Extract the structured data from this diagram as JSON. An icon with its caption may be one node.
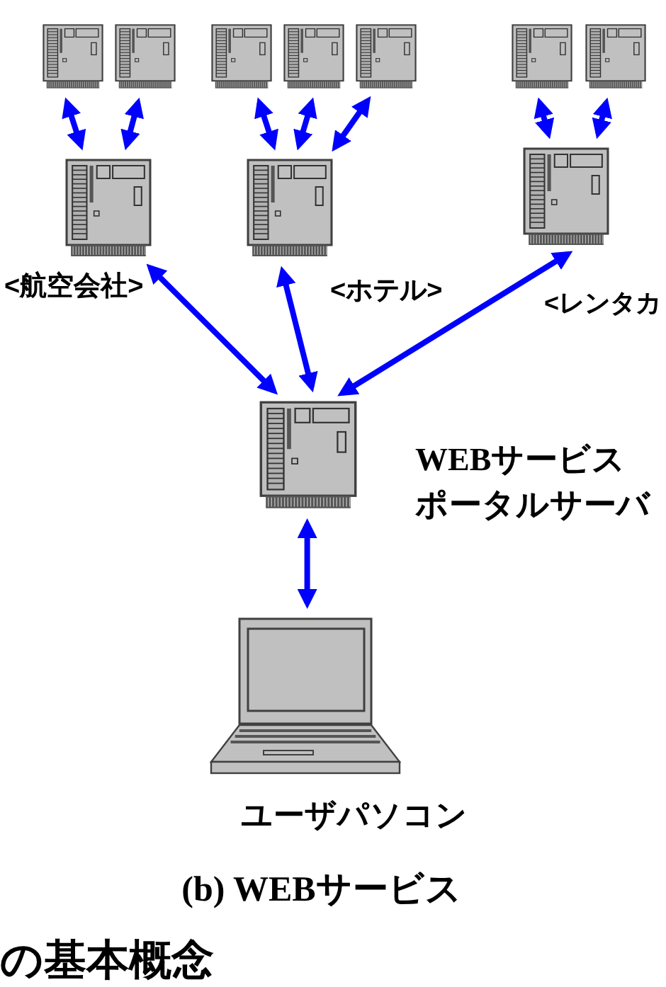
{
  "diagram": {
    "caption": "(b) WEBサービス",
    "nodes": [
      {
        "text": [],
        "shape": "picture"
      },
      {
        "text": [],
        "shape": "picture"
      },
      {
        "text": [],
        "shape": "picture"
      },
      {
        "text": [],
        "shape": "picture"
      },
      {
        "text": [],
        "shape": "picture"
      },
      {
        "text": [],
        "shape": "picture"
      },
      {
        "text": [],
        "shape": "picture"
      },
      {
        "text": [],
        "shape": "picture",
        "beside": [
          "<航空会社>"
        ]
      },
      {
        "text": [],
        "shape": "picture",
        "beside": [
          "<ホテル>"
        ]
      },
      {
        "text": [],
        "shape": "picture",
        "beside": [
          "<レンタカ"
        ]
      },
      {
        "text": [],
        "shape": "picture",
        "beside": [
          "WEBサービスポータルサーバ"
        ]
      },
      {
        "text": [],
        "shape": "picture",
        "beside": [
          "ユーザパソコン"
        ]
      }
    ],
    "edges": [
      {
        "from": 0,
        "to": 7,
        "arrow": "both"
      },
      {
        "from": 1,
        "to": 7,
        "arrow": "both"
      },
      {
        "from": 2,
        "to": 8,
        "arrow": "both"
      },
      {
        "from": 3,
        "to": 8,
        "arrow": "both"
      },
      {
        "from": 4,
        "to": 8,
        "arrow": "both"
      },
      {
        "from": 5,
        "to": 9,
        "arrow": "both"
      },
      {
        "from": 6,
        "to": 9,
        "arrow": "both"
      },
      {
        "from": 7,
        "to": 10,
        "arrow": "both"
      },
      {
        "from": 8,
        "to": 10,
        "arrow": "both"
      },
      {
        "from": 9,
        "to": 10,
        "arrow": "both"
      },
      {
        "from": 10,
        "to": 11,
        "arrow": "both"
      }
    ],
    "labels": [
      "の基本概念"
    ]
  }
}
